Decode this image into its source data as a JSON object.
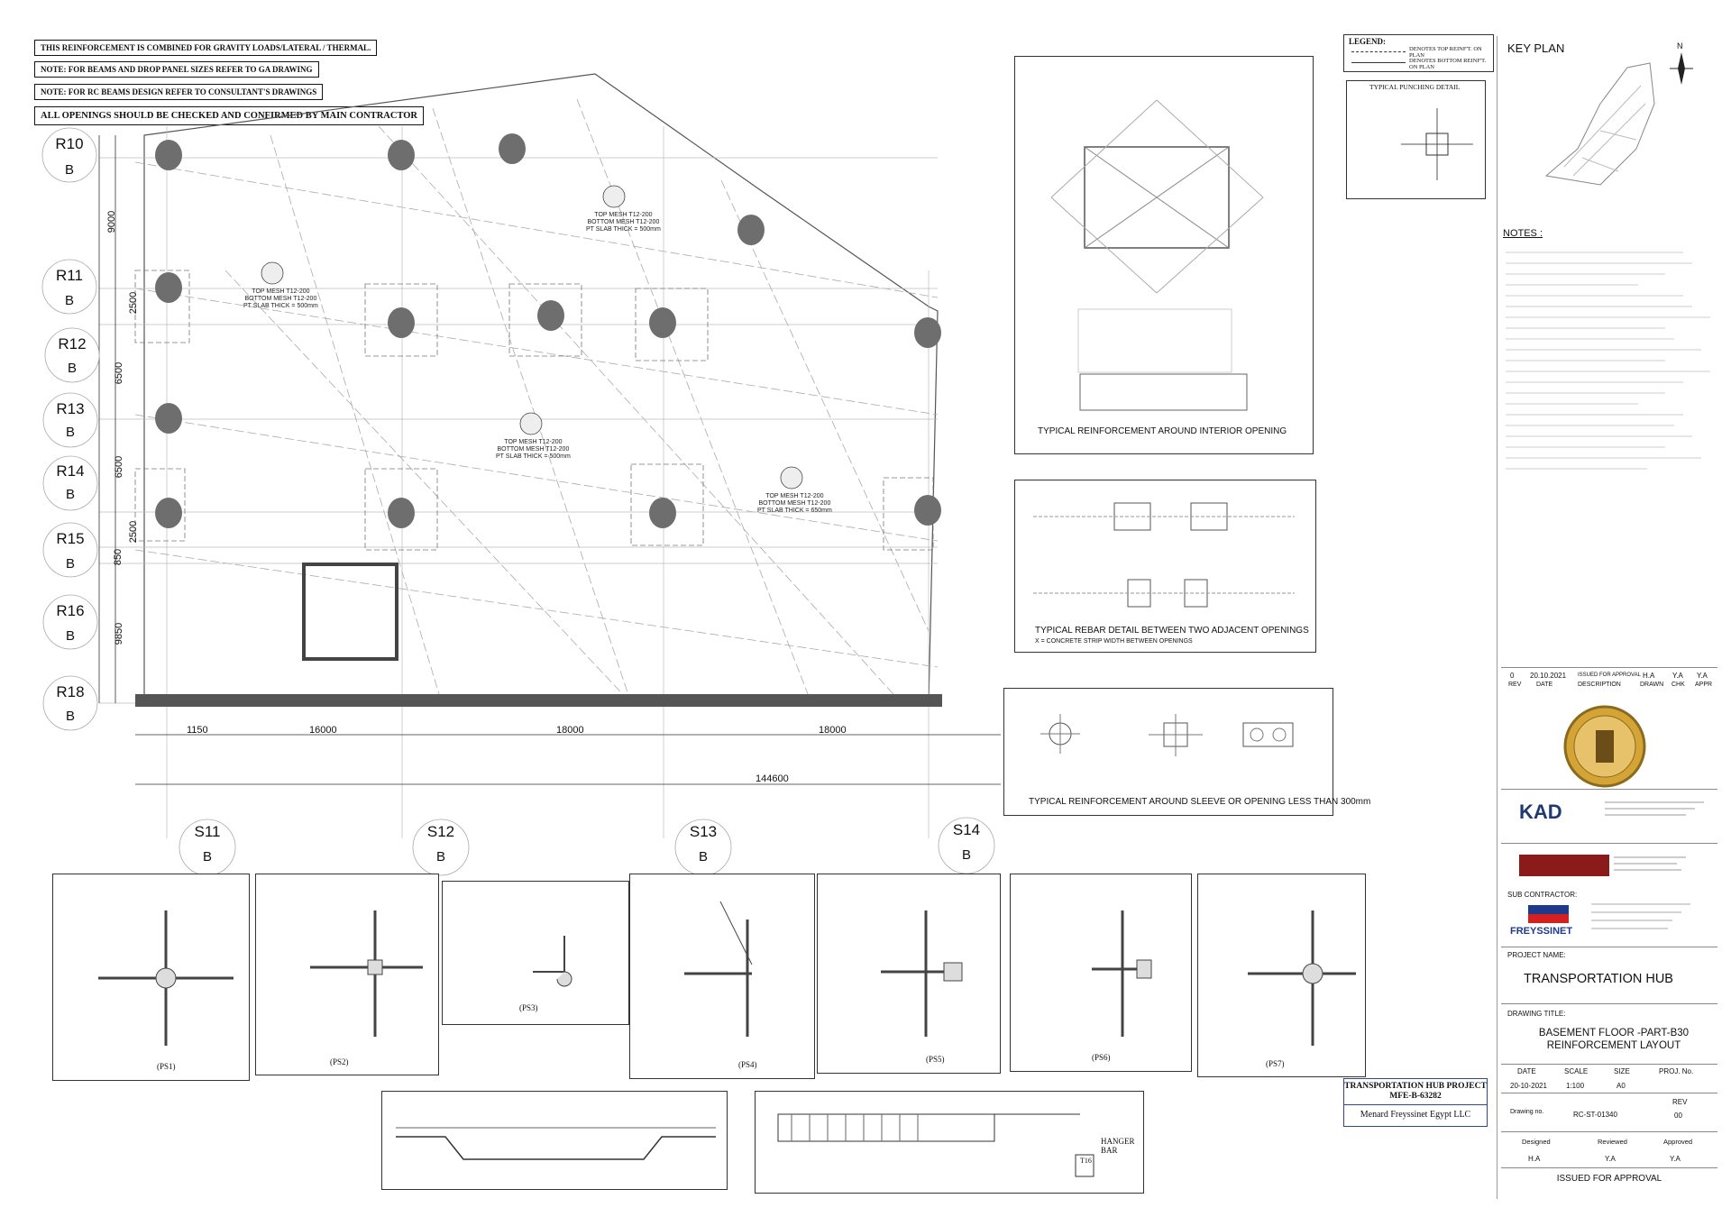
{
  "notes_top": [
    "THIS REINFORCEMENT IS COMBINED FOR GRAVITY LOADS/LATERAL / THERMAL.",
    "NOTE: FOR BEAMS AND DROP PANEL SIZES REFER TO GA DRAWING",
    "NOTE: FOR RC BEAMS DESIGN REFER TO CONSULTANT'S DRAWINGS",
    "ALL OPENINGS SHOULD BE CHECKED AND CONFIRMED BY MAIN CONTRACTOR"
  ],
  "grid_rows": [
    {
      "label": "R10",
      "sub": "B"
    },
    {
      "label": "R11",
      "sub": "B"
    },
    {
      "label": "R12",
      "sub": "B"
    },
    {
      "label": "R13",
      "sub": "B"
    },
    {
      "label": "R14",
      "sub": "B"
    },
    {
      "label": "R15",
      "sub": "B"
    },
    {
      "label": "R16",
      "sub": "B"
    },
    {
      "label": "R18",
      "sub": "B"
    }
  ],
  "row_dims": [
    "9000",
    "2500",
    "6500",
    "6500",
    "2500",
    "850",
    "9850"
  ],
  "grid_cols": [
    {
      "label": "S11",
      "sub": "B"
    },
    {
      "label": "S12",
      "sub": "B"
    },
    {
      "label": "S13",
      "sub": "B"
    },
    {
      "label": "S14",
      "sub": "B"
    }
  ],
  "col_dims": [
    "1150",
    "16000",
    "18000",
    "18000"
  ],
  "total_dim": "144600",
  "slab_tags": [
    {
      "l1": "TOP MESH T12-200",
      "l2": "BOTTOM MESH T12-200",
      "l3": "PT SLAB THICK = 500mm"
    },
    {
      "l1": "TOP MESH T12-200",
      "l2": "BOTTOM MESH T12-200",
      "l3": "PT SLAB THICK = 500mm"
    },
    {
      "l1": "TOP MESH T12-200",
      "l2": "BOTTOM MESH T12-200",
      "l3": "PT SLAB THICK = 500mm"
    },
    {
      "l1": "TOP MESH T12-200",
      "l2": "BOTTOM MESH T12-200",
      "l3": "PT SLAB THICK = 650mm"
    }
  ],
  "details": {
    "interior_opening": "TYPICAL REINFORCEMENT AROUND INTERIOR  OPENING",
    "adjacent_title": "TYPICAL REBAR DETAIL BETWEEN TWO ADJACENT OPENINGS",
    "adjacent_sub": "X = CONCRETE STRIP WIDTH BETWEEN OPENINGS",
    "sleeve": "TYPICAL REINFORCEMENT AROUND SLEEVE OR OPENING LESS THAN 300mm",
    "punching": "TYPICAL PUNCHING DETAIL",
    "hanger": "HANGER\nBAR",
    "t16": "T16"
  },
  "legend": {
    "title": "LEGEND:",
    "top": "DENOTES TOP REINF'T. ON PLAN",
    "bottom": "DENOTES BOTTOM REINF'T. ON PLAN"
  },
  "ps_labels": [
    "(PS1)",
    "(PS2)",
    "(PS3)",
    "(PS4)",
    "(PS5)",
    "(PS6)",
    "(PS7)"
  ],
  "title_block": {
    "key_plan": "KEY PLAN",
    "north": "N",
    "notes_title": "NOTES :",
    "rev": {
      "rev": "0",
      "date": "20.10.2021",
      "desc": "ISSUED FOR APPROVAL",
      "drawn": "H.A",
      "chk": "Y.A",
      "appr": "Y.A"
    },
    "rev_headers": {
      "rev": "REV",
      "date": "DATE",
      "desc": "DESCRIPTION",
      "drawn": "DRAWN",
      "chk": "CHK",
      "appr": "APPR"
    },
    "sub_contractor": "SUB CONTRACTOR:",
    "freyssinet": "FREYSSINET",
    "project_name_label": "PROJECT NAME:",
    "project_name": "TRANSPORTATION HUB",
    "drawing_title_label": "DRAWING TITLE:",
    "drawing_title_1": "BASEMENT FLOOR -PART-B30",
    "drawing_title_2": "REINFORCEMENT LAYOUT",
    "date_label": "DATE",
    "date": "20-10-2021",
    "scale_label": "SCALE",
    "scale": "1:100",
    "size_label": "SIZE",
    "size": "A0",
    "proj_no_label": "PROJ. No.",
    "drawing_no_label": "Drawing no.",
    "drawing_no": "RC-ST-01340",
    "rev_label": "REV",
    "rev_no": "00",
    "designed_label": "Designed",
    "designed": "H.A",
    "reviewed_label": "Reviewed",
    "reviewed": "Y.A",
    "approved_label": "Approved",
    "approved": "Y.A",
    "issued": "ISSUED FOR APPROVAL",
    "kad": "KAD"
  },
  "stamp": {
    "line1": "TRANSPORTATION HUB PROJECT",
    "line2": "MFE-B-63282",
    "line3": "Menard Freyssinet Egypt LLC"
  }
}
